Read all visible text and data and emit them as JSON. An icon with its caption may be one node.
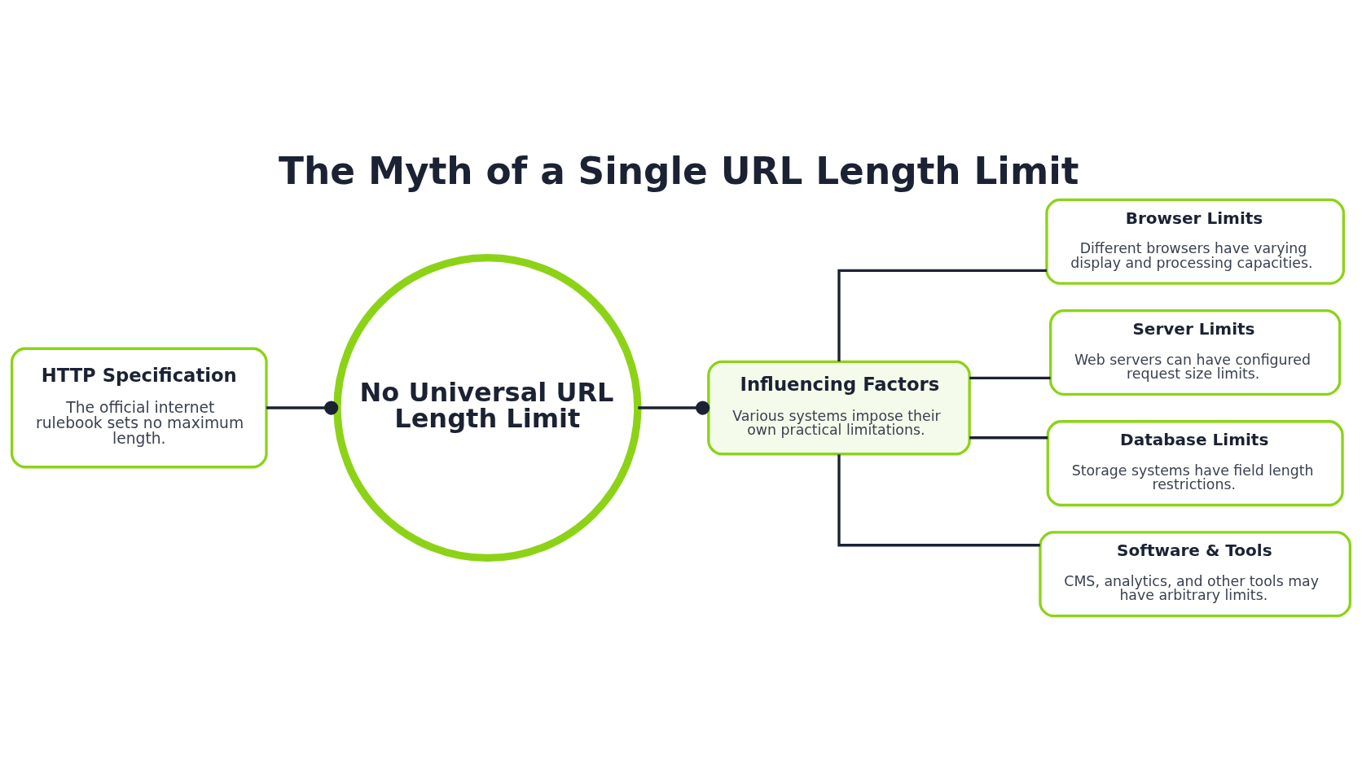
{
  "diagram": {
    "title": "The Myth of a Single URL Length Limit",
    "nodes": [
      {
        "text": [
          "HTTP Specification",
          "The official internet rulebook sets no maximum length."
        ]
      },
      {
        "text": [
          "No Universal URL Length Limit"
        ]
      },
      {
        "text": [
          "Influencing Factors",
          "Various systems impose their own practical limitations."
        ]
      },
      {
        "text": [
          "Browser Limits",
          "Different browsers have varying display and processing capacities."
        ]
      },
      {
        "text": [
          "Server Limits",
          "Web servers can have configured request size limits."
        ]
      },
      {
        "text": [
          "Database Limits",
          "Storage systems have field length restrictions."
        ]
      },
      {
        "text": [
          "Software & Tools",
          "CMS, analytics, and other tools may have arbitrary limits."
        ]
      }
    ],
    "edges": [
      {
        "from": 0,
        "to": 1,
        "arrow": "other"
      },
      {
        "from": 1,
        "to": 2,
        "arrow": "other"
      },
      {
        "from": 2,
        "to": 3,
        "arrow": "none"
      },
      {
        "from": 2,
        "to": 4,
        "arrow": "none"
      },
      {
        "from": 2,
        "to": 5,
        "arrow": "none"
      },
      {
        "from": 2,
        "to": 6,
        "arrow": "none"
      }
    ]
  }
}
